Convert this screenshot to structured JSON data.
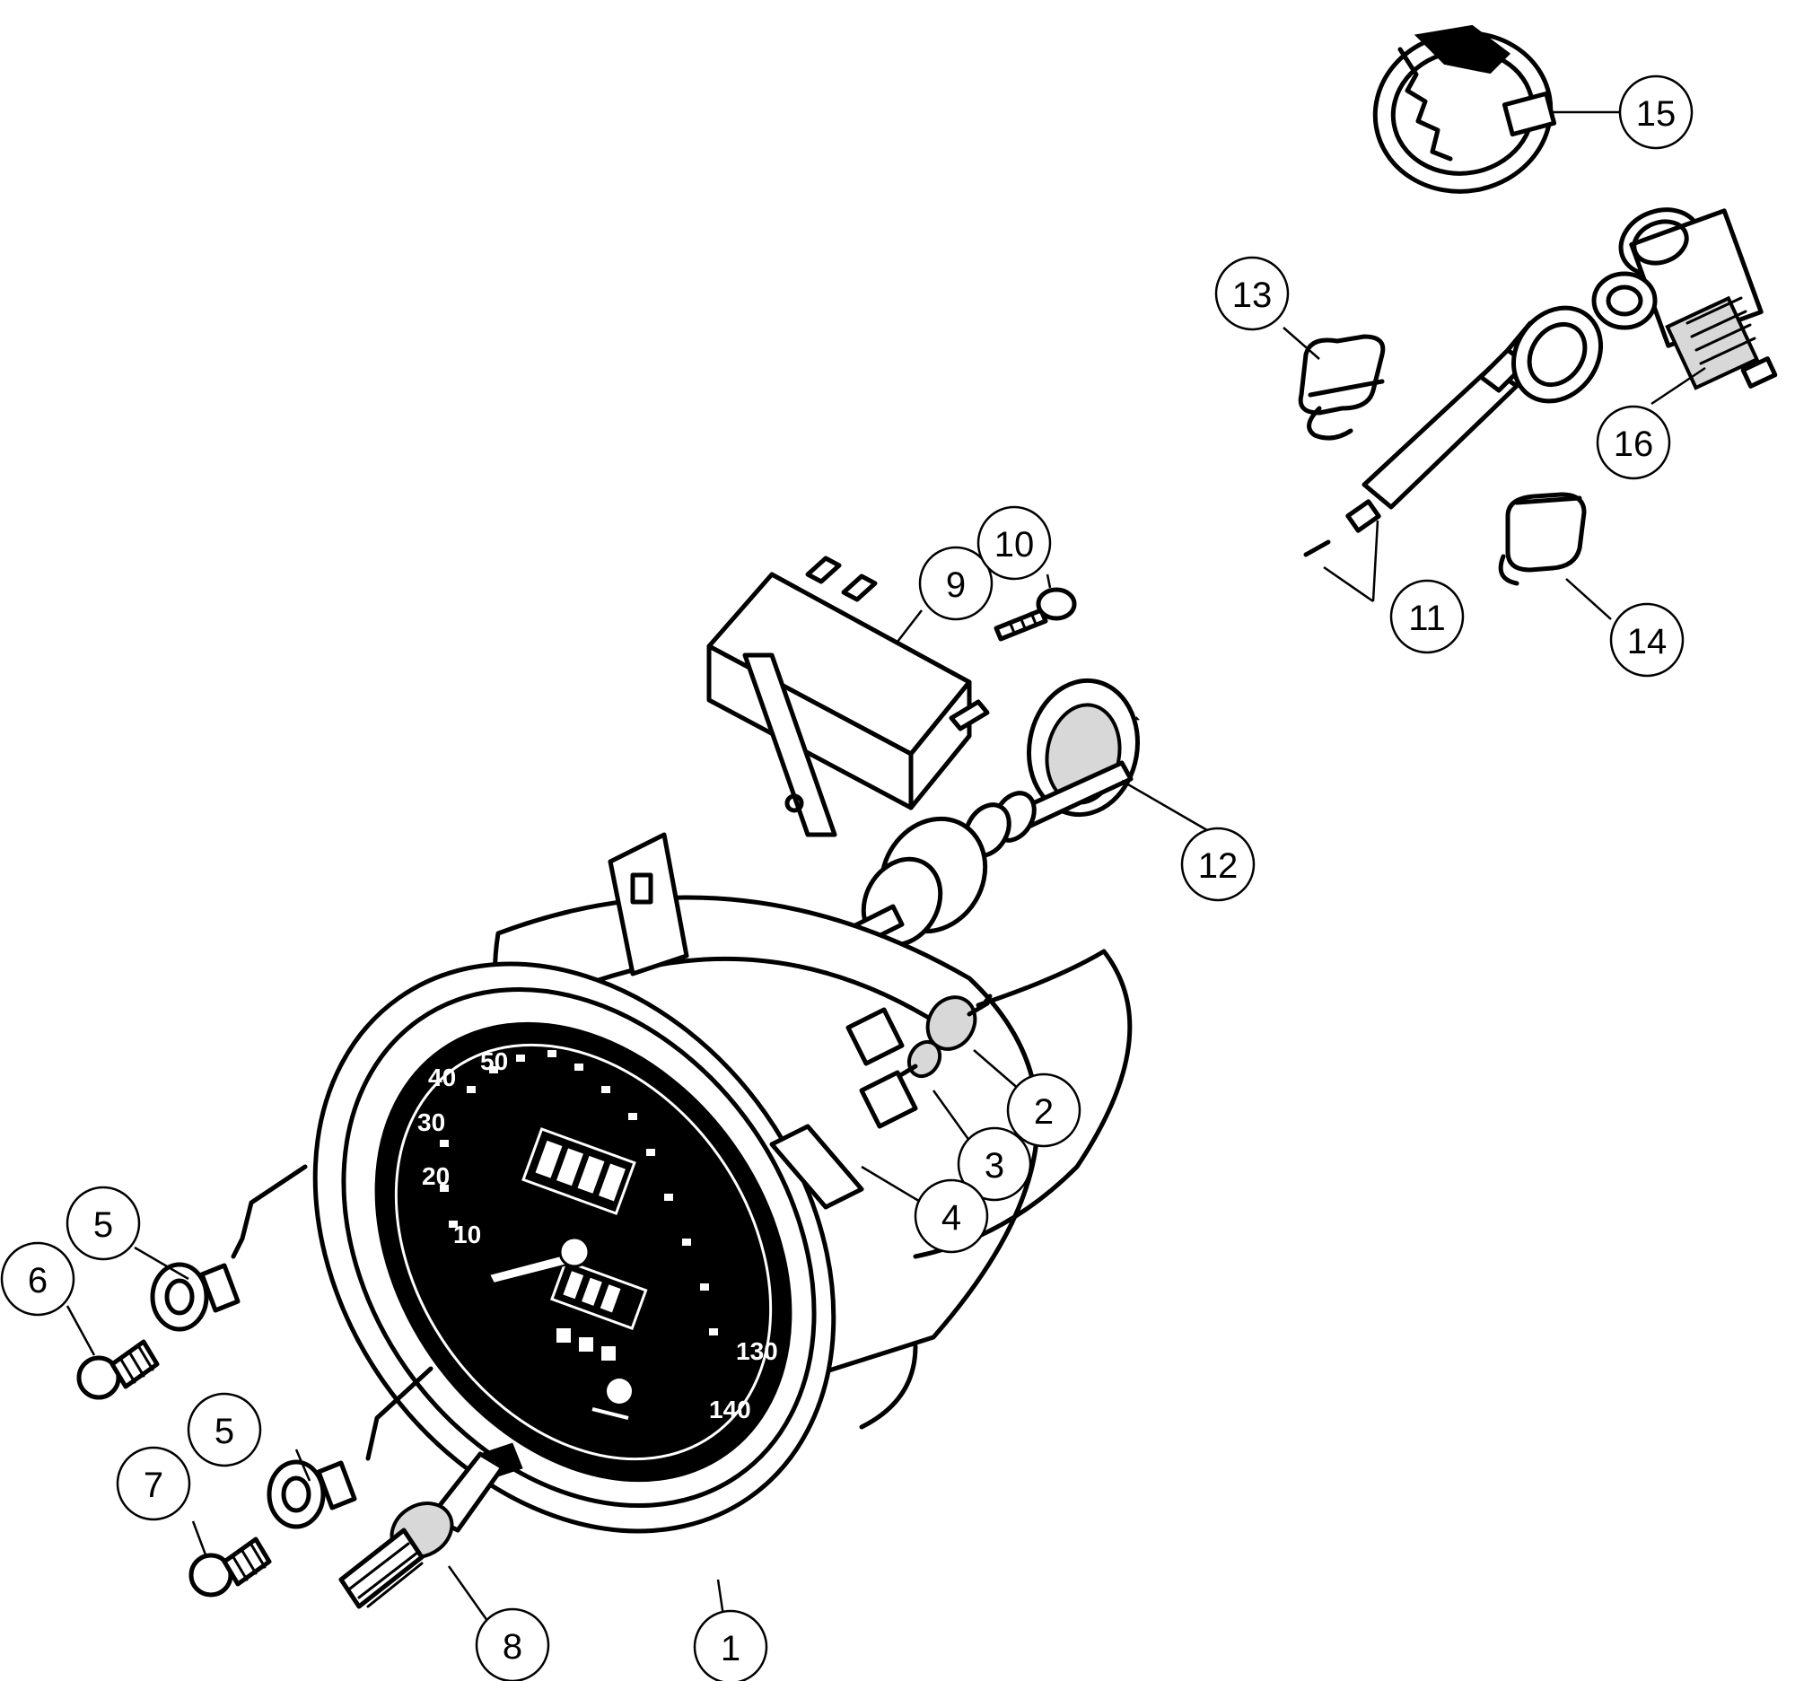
{
  "figure": {
    "dial_numbers": [
      "10",
      "20",
      "30",
      "40",
      "50",
      "130",
      "140"
    ]
  },
  "callouts": [
    {
      "id": "callout-1",
      "label": "1"
    },
    {
      "id": "callout-2",
      "label": "2"
    },
    {
      "id": "callout-3",
      "label": "3"
    },
    {
      "id": "callout-4",
      "label": "4"
    },
    {
      "id": "callout-5a",
      "label": "5"
    },
    {
      "id": "callout-5b",
      "label": "5"
    },
    {
      "id": "callout-6",
      "label": "6"
    },
    {
      "id": "callout-7",
      "label": "7"
    },
    {
      "id": "callout-8",
      "label": "8"
    },
    {
      "id": "callout-9",
      "label": "9"
    },
    {
      "id": "callout-10",
      "label": "10"
    },
    {
      "id": "callout-11",
      "label": "11"
    },
    {
      "id": "callout-12",
      "label": "12"
    },
    {
      "id": "callout-13",
      "label": "13"
    },
    {
      "id": "callout-14",
      "label": "14"
    },
    {
      "id": "callout-15",
      "label": "15"
    },
    {
      "id": "callout-16",
      "label": "16"
    }
  ]
}
